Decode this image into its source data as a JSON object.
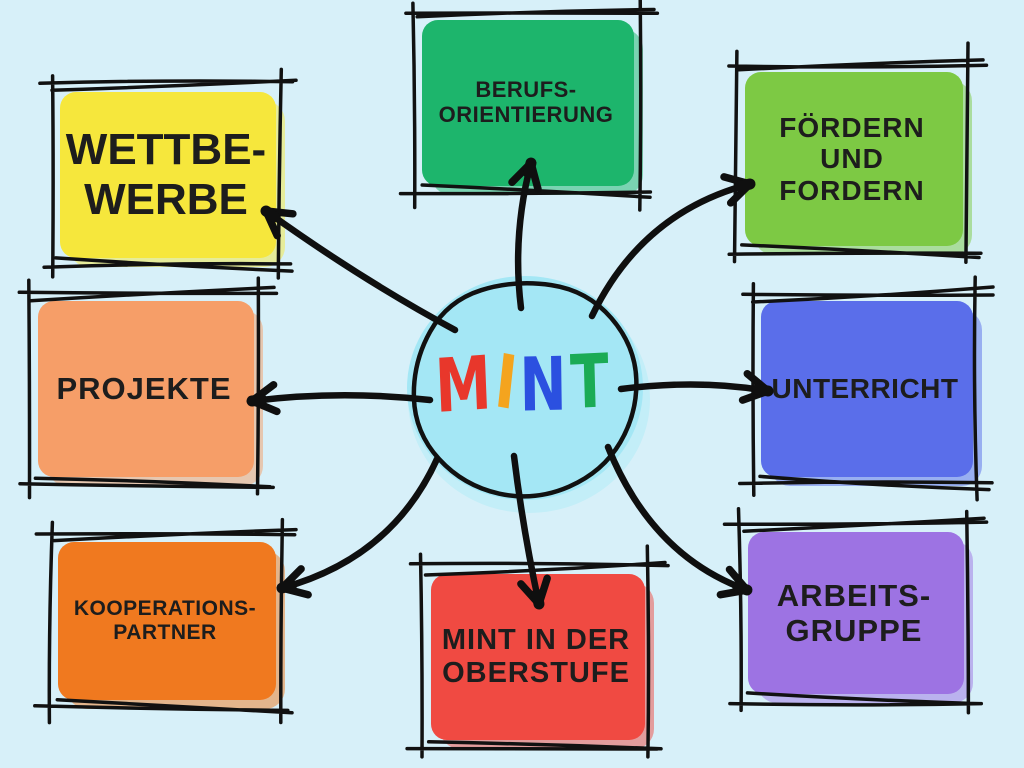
{
  "background_color": "#d7f0f9",
  "outline_color": "#111111",
  "connector_color": "#0f0f0f",
  "label_text_color": "#1d1d1d",
  "center": {
    "name": "MINT",
    "fill_color": "#a4e7f5",
    "halo_color": "#c3eef8",
    "label_letters": [
      {
        "char": "M",
        "color": "#e8372b"
      },
      {
        "char": "I",
        "color": "#f4a41e"
      },
      {
        "char": "N",
        "color": "#2b50e0"
      },
      {
        "char": "T",
        "color": "#1bab55"
      }
    ]
  },
  "nodes": [
    {
      "id": "wettbewerbe",
      "label": "WETTBE-\nWERBE",
      "color": "#f6e73c"
    },
    {
      "id": "berufsorientierung",
      "label": "BERUFS-\nORIENTIERUNG",
      "color": "#1db56c"
    },
    {
      "id": "foerdern-und-fordern",
      "label": "FÖRDERN\nUND\nFORDERN",
      "color": "#7dc944"
    },
    {
      "id": "projekte",
      "label": "PROJEKTE",
      "color": "#f69e68"
    },
    {
      "id": "unterricht",
      "label": "UNTERRICHT",
      "color": "#5a6eea"
    },
    {
      "id": "kooperationspartner",
      "label": "KOOPERATIONS-\nPARTNER",
      "color": "#f0791f"
    },
    {
      "id": "mint-in-der-oberstufe",
      "label": "MINT IN DER\nOBERSTUFE",
      "color": "#f04a42"
    },
    {
      "id": "arbeitsgruppe",
      "label": "ARBEITS-\nGRUPPE",
      "color": "#9d73e3"
    }
  ]
}
